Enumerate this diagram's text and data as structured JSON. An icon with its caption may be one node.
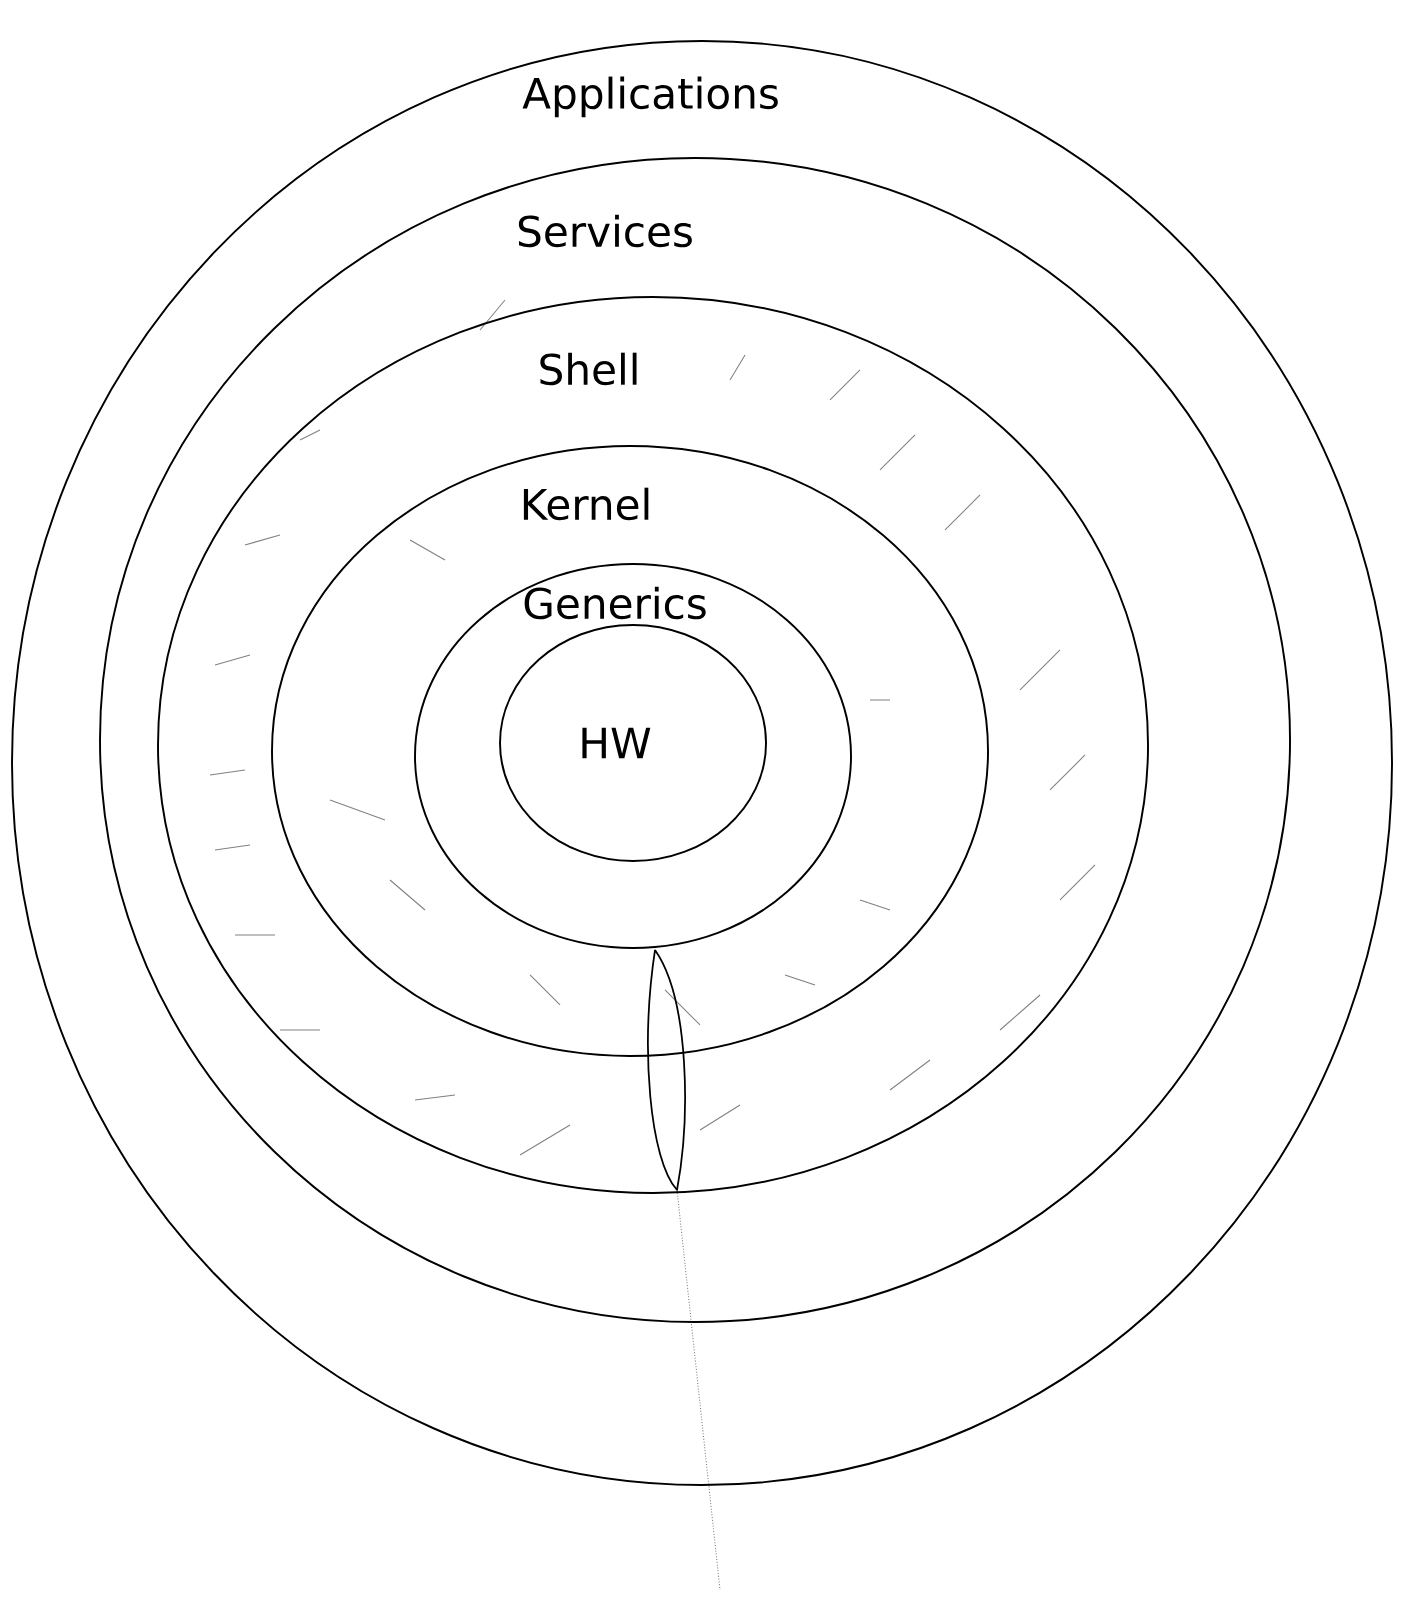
{
  "diagram": {
    "nodes": [
      {
        "text": [
          "Applications"
        ]
      },
      {
        "text": [
          "Services"
        ],
        "in": 0
      },
      {
        "text": [
          "Shell"
        ],
        "in": 1
      },
      {
        "text": [
          "Kernel"
        ],
        "in": 2
      },
      {
        "text": [
          "Generics"
        ],
        "in": 3
      },
      {
        "text": [
          "HW"
        ],
        "in": 4
      }
    ]
  }
}
